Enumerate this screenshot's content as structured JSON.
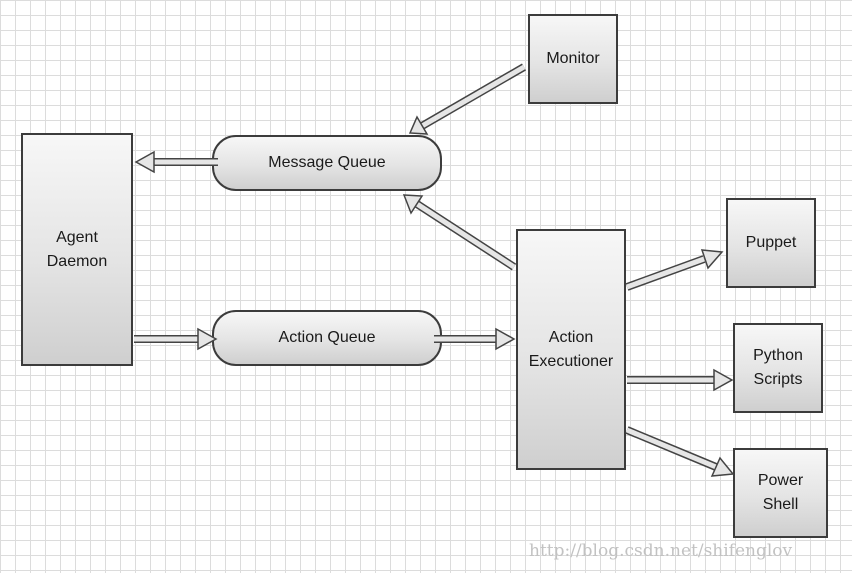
{
  "diagram": {
    "nodes": {
      "agent_daemon": {
        "line1": "Agent",
        "line2": "Daemon"
      },
      "message_queue": {
        "label": "Message Queue"
      },
      "action_queue": {
        "label": "Action Queue"
      },
      "monitor": {
        "label": "Monitor"
      },
      "action_executioner": {
        "line1": "Action",
        "line2": "Executioner"
      },
      "puppet": {
        "label": "Puppet"
      },
      "python_scripts": {
        "line1": "Python",
        "line2": "Scripts"
      },
      "power_shell": {
        "line1": "Power",
        "line2": "Shell"
      }
    },
    "edges": [
      {
        "from": "Monitor",
        "to": "Message Queue"
      },
      {
        "from": "Message Queue",
        "to": "Agent Daemon"
      },
      {
        "from": "Action Executioner",
        "to": "Message Queue"
      },
      {
        "from": "Agent Daemon",
        "to": "Action Queue"
      },
      {
        "from": "Action Queue",
        "to": "Action Executioner"
      },
      {
        "from": "Action Executioner",
        "to": "Puppet"
      },
      {
        "from": "Action Executioner",
        "to": "Python Scripts"
      },
      {
        "from": "Action Executioner",
        "to": "Power Shell"
      }
    ]
  },
  "watermark": "http://blog.csdn.net/shifenglov"
}
